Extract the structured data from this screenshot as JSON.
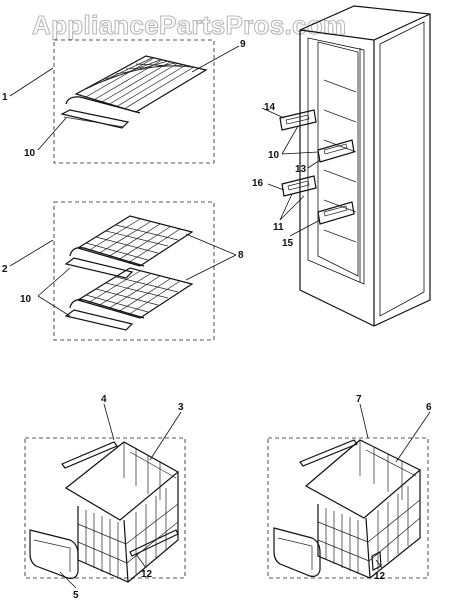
{
  "watermark": "AppliancePartsPros.com",
  "callouts": {
    "c1": "1",
    "c2": "2",
    "c3": "3",
    "c4": "4",
    "c5": "5",
    "c6": "6",
    "c7": "7",
    "c8": "8",
    "c9": "9",
    "c10a": "10",
    "c10b": "10",
    "c10c": "10",
    "c11": "11",
    "c12a": "12",
    "c12b": "12",
    "c13": "13",
    "c14": "14",
    "c15": "15",
    "c16": "16"
  }
}
